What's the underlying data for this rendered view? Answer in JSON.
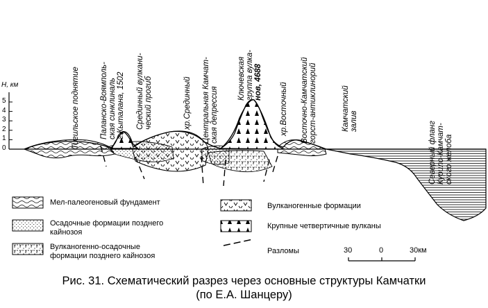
{
  "axis": {
    "unit_label": "H, км",
    "ticks": [
      "5",
      "4",
      "3",
      "2",
      "1",
      "0"
    ]
  },
  "structures": [
    {
      "lines": [
        "Тигильское поднятие"
      ]
    },
    {
      "lines": [
        "Паланско-Воямполь-",
        "ская синклиналь",
        "г.Кыталана, 1502"
      ]
    },
    {
      "lines": [
        "Срединный вулкани-",
        "ческий прогиб"
      ]
    },
    {
      "lines": [
        "хр.Срединный"
      ]
    },
    {
      "lines": [
        "Центральная Камчат-",
        "ская депрессия"
      ]
    },
    {
      "lines": [
        "Ключевская",
        "группа вулка-",
        "нов, 4688"
      ]
    },
    {
      "lines": [
        "хр.Восточный"
      ]
    },
    {
      "lines": [
        "Восточно-Камчатский",
        "горст-антиклинорий"
      ]
    },
    {
      "lines": [
        "Камчатский",
        "залив"
      ]
    },
    {
      "lines": [
        "Северный фланг",
        "Курило-Камчат-",
        "ского желоба"
      ]
    }
  ],
  "legend": [
    {
      "label": "Мел-палеогеновый фундамент"
    },
    {
      "label": "Осадочные формации позднего кайнозоя"
    },
    {
      "label": "Вулканогенно-осадочные формации позднего кайнозоя"
    },
    {
      "label": "Вулканогенные формации"
    },
    {
      "label": "Крупные четвертичные вулканы"
    },
    {
      "label": "Разломы"
    }
  ],
  "legend_lines": {
    "l1": "Мел-палеогеновый фундамент",
    "l2a": "Осадочные формации позднего",
    "l2b": "кайнозоя",
    "l3a": "Вулканогенно-осадочные",
    "l3b": "формации позднего кайнозоя",
    "l4": "Вулканогенные формации",
    "l5": "Крупные четвертичные вулканы",
    "l6": "Разломы"
  },
  "scale": {
    "left": "30",
    "mid": "0",
    "right": "30км"
  },
  "caption": {
    "line1": "Рис. 31. Схематический разрез через основные структуры Камчатки",
    "line2": "(по Е.А. Шанцеру)"
  }
}
